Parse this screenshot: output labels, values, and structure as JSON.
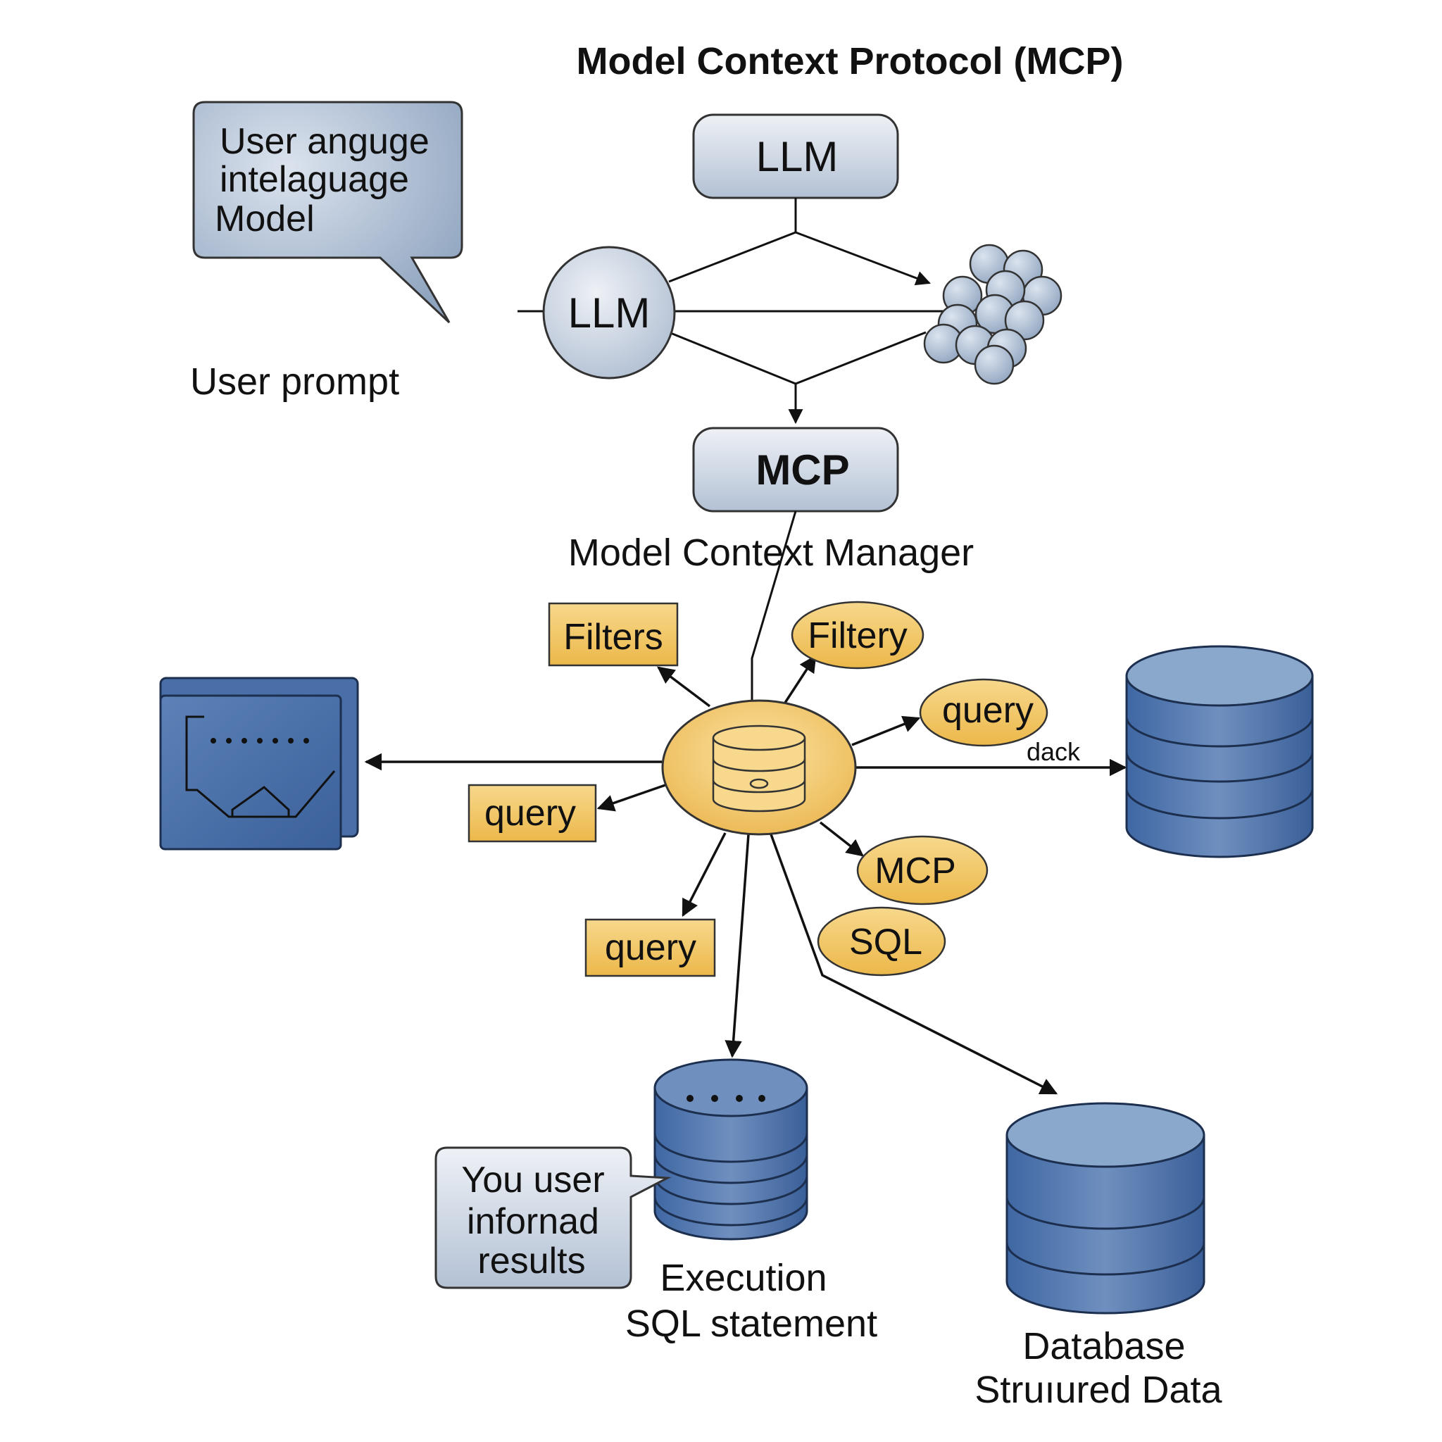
{
  "title": "Model Context Protocol (MCP)",
  "speech_bubble_top": {
    "lines": [
      "User angugе",
      "intelaguage",
      "Model"
    ]
  },
  "user_prompt_label": "User prompt",
  "llm_box_label": "LLM",
  "llm_circle_label": "LLM",
  "mcp_box_label": "MCP",
  "manager_label": "Model Context Manager",
  "tags": {
    "filters_rect": "Filters",
    "filtery_oval": "Filtery",
    "query_oval_right": "query",
    "query_rect_left": "query",
    "query_rect_bottom": "query",
    "mcp_oval": "MCP",
    "sql_oval": "SQL"
  },
  "edge_label_dack": "dack",
  "speech_bubble_bottom": {
    "lines": [
      "You user",
      "infornad",
      "results"
    ]
  },
  "execution_label": [
    "Execution",
    "SQL statement"
  ],
  "database_label": [
    "Database",
    "Struıured Data"
  ],
  "colors": {
    "box_fill_light": "#dfe5ee",
    "box_fill_dark": "#a9b8cc",
    "db_blue_light": "#8aa6c8",
    "db_blue_dark": "#3d65a0",
    "tag_yellow": "#f2c45f",
    "hub_yellow": "#f5d17a",
    "stroke": "#1a1a1a"
  }
}
